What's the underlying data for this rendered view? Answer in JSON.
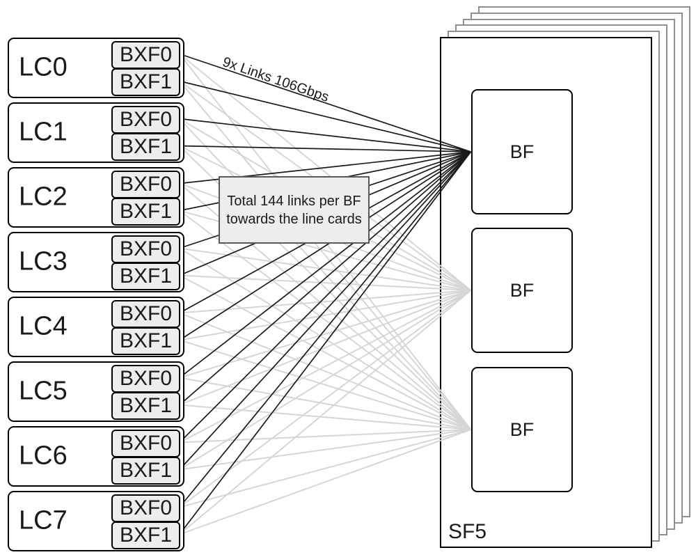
{
  "diagram": {
    "link_label": "9x Links 106Gbps",
    "note": {
      "line1": "Total 144 links per BF",
      "line2": "towards the line cards"
    },
    "fabric_card": {
      "label": "SF5",
      "stack_count": 6,
      "bf_label": "BF",
      "bf_count": 3
    },
    "line_cards": [
      {
        "label": "LC0",
        "modules": [
          "BXF0",
          "BXF1"
        ]
      },
      {
        "label": "LC1",
        "modules": [
          "BXF0",
          "BXF1"
        ]
      },
      {
        "label": "LC2",
        "modules": [
          "BXF0",
          "BXF1"
        ]
      },
      {
        "label": "LC3",
        "modules": [
          "BXF0",
          "BXF1"
        ]
      },
      {
        "label": "LC4",
        "modules": [
          "BXF0",
          "BXF1"
        ]
      },
      {
        "label": "LC5",
        "modules": [
          "BXF0",
          "BXF1"
        ]
      },
      {
        "label": "LC6",
        "modules": [
          "BXF0",
          "BXF1"
        ]
      },
      {
        "label": "LC7",
        "modules": [
          "BXF0",
          "BXF1"
        ]
      }
    ],
    "links": {
      "per_bxf_per_bf": 1,
      "bxf_count": 16,
      "bf_targets": 3
    },
    "colors": {
      "link_black": "#1a1a1a",
      "link_gray": "#d6d6d6",
      "stack_border": "#8f8f8f",
      "main_border": "#000000",
      "module_fill": "#ededed",
      "note_fill": "#ededed",
      "note_border": "#595959"
    }
  }
}
